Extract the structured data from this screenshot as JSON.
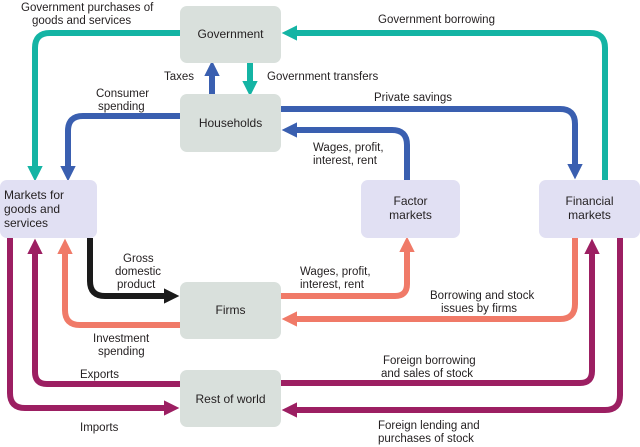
{
  "nodes": {
    "government": "Government",
    "households": "Households",
    "markets_goods_services": [
      "Markets for",
      "goods and",
      "services"
    ],
    "factor_markets": [
      "Factor",
      "markets"
    ],
    "financial_markets": [
      "Financial",
      "markets"
    ],
    "firms": "Firms",
    "rest_of_world": "Rest of world"
  },
  "flows": {
    "government_purchases": [
      "Government purchases of",
      "goods and services"
    ],
    "government_borrowing": "Government borrowing",
    "taxes": "Taxes",
    "government_transfers": "Government transfers",
    "consumer_spending": [
      "Consumer",
      "spending"
    ],
    "private_savings": "Private savings",
    "wages_to_households": [
      "Wages, profit,",
      "interest, rent"
    ],
    "gdp": [
      "Gross",
      "domestic",
      "product"
    ],
    "wages_from_firms": [
      "Wages, profit,",
      "interest, rent"
    ],
    "borrowing_stock_firms": [
      "Borrowing and stock",
      "issues by firms"
    ],
    "investment_spending": [
      "Investment",
      "spending"
    ],
    "foreign_borrowing": [
      "Foreign borrowing",
      "and sales of stock"
    ],
    "exports": "Exports",
    "imports": "Imports",
    "foreign_lending": [
      "Foreign lending and",
      "purchases of stock"
    ]
  },
  "colors": {
    "node_gray": "#d9e0dc",
    "node_lavender": "#e1e0f3",
    "teal": "#14b4a4",
    "blue": "#3a5fb0",
    "salmon": "#f07a68",
    "black": "#1a1a1a",
    "maroon": "#9c1f62"
  }
}
